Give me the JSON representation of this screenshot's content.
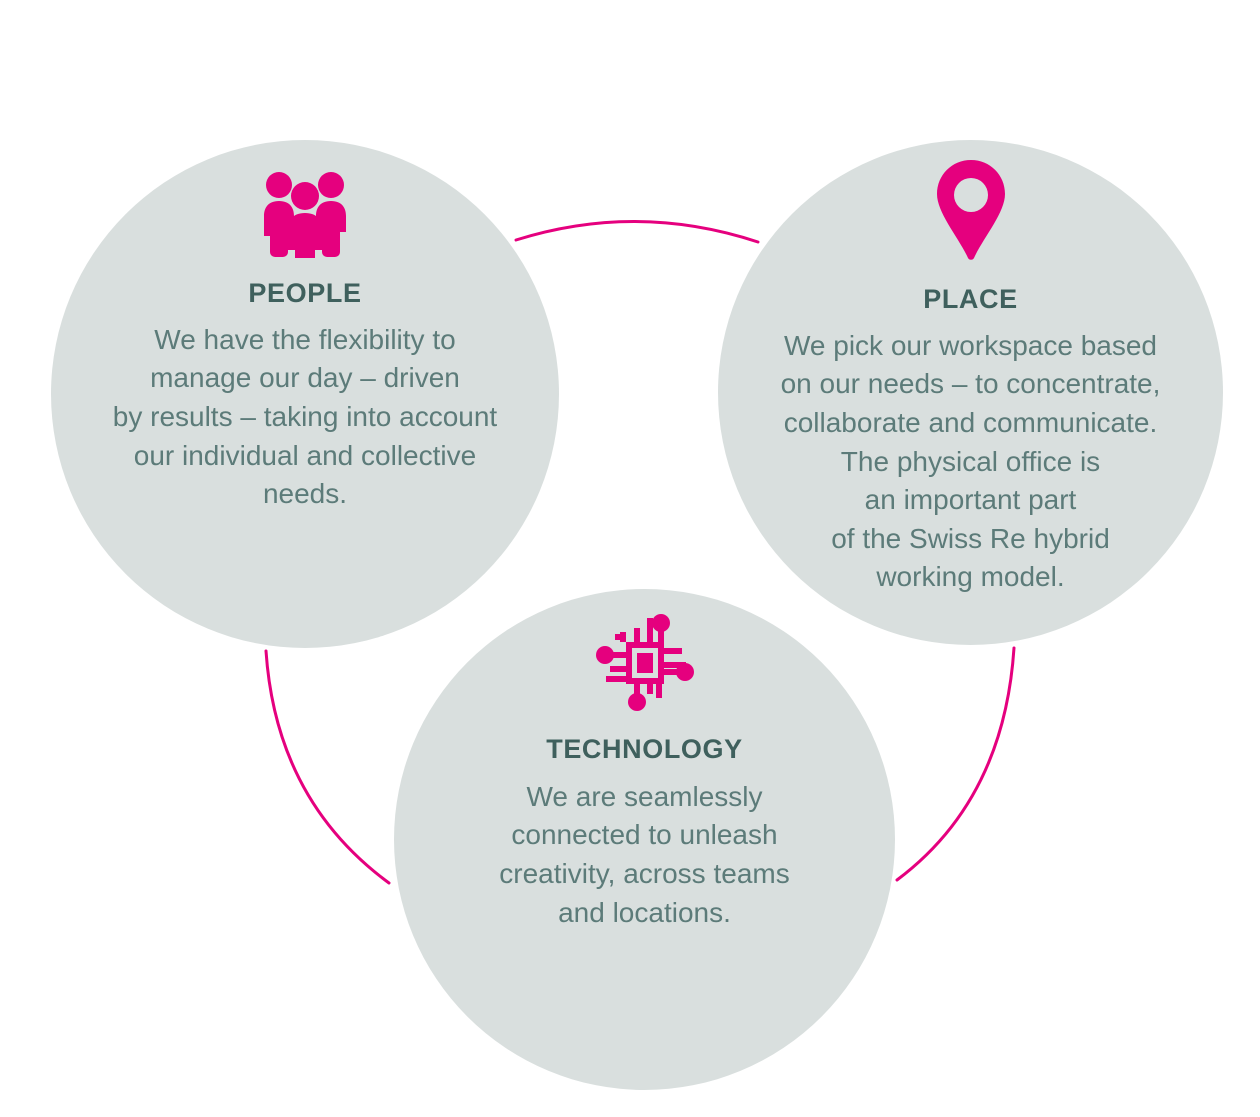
{
  "diagram": {
    "type": "venn-triad-circles",
    "background_color": "#ffffff",
    "circle_fill": "#d9dfde",
    "accent_color": "#e5007e",
    "title_color": "#3f605d",
    "body_color": "#5c7b79",
    "nodes": [
      {
        "id": "people",
        "icon": "people-group-icon",
        "title": "PEOPLE",
        "body": "We have the flexibility to\nmanage our day – driven\nby results – taking into account\nour individual and collective\nneeds."
      },
      {
        "id": "place",
        "icon": "map-pin-icon",
        "title": "PLACE",
        "body": "We pick our workspace based\non our needs – to concentrate,\ncollaborate and communicate.\nThe physical office is\nan important part\nof the Swiss Re hybrid\nworking model."
      },
      {
        "id": "technology",
        "icon": "microchip-icon",
        "title": "TECHNOLOGY",
        "body": "We are seamlessly\nconnected to unleash\ncreativity, across teams\nand locations."
      }
    ],
    "connectors": [
      {
        "id": "people-to-place",
        "from": "people",
        "to": "place"
      },
      {
        "id": "people-to-technology",
        "from": "people",
        "to": "technology"
      },
      {
        "id": "place-to-technology",
        "from": "place",
        "to": "technology"
      }
    ]
  }
}
